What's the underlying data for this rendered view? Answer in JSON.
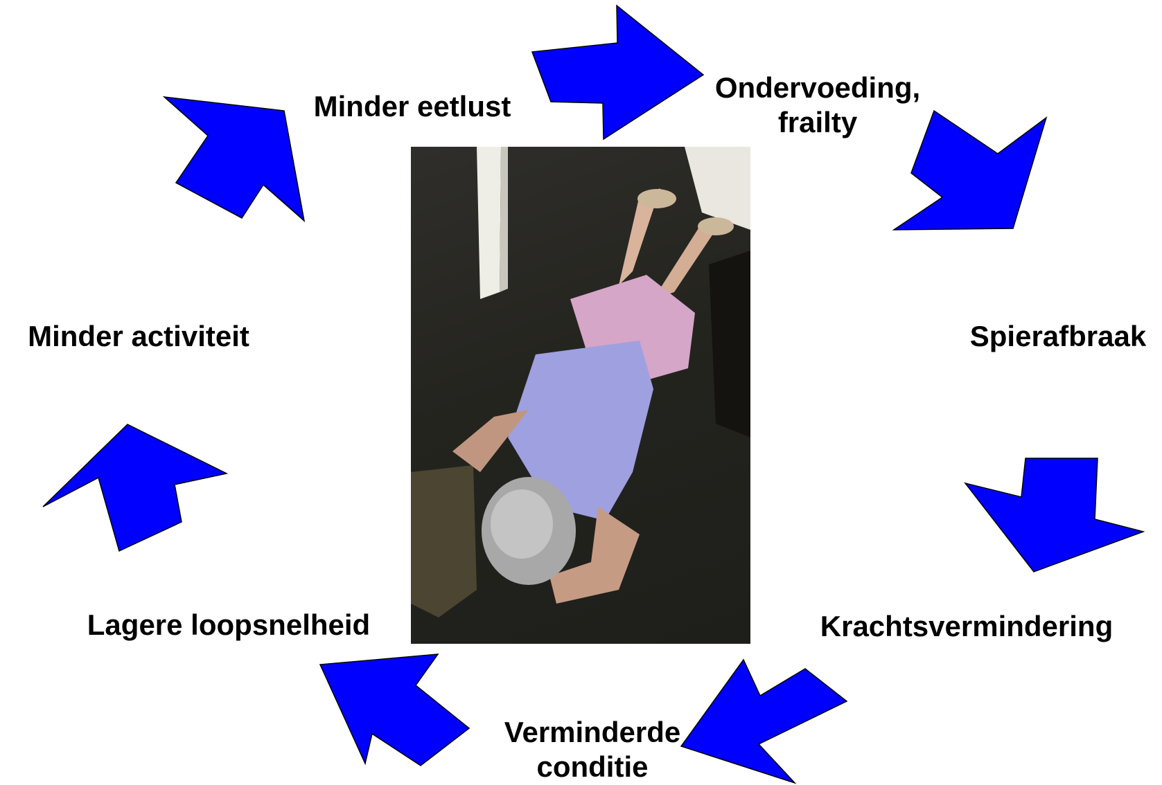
{
  "diagram": {
    "nodes": [
      {
        "id": "ondervoeding",
        "lines": [
          "Ondervoeding,",
          "frailty"
        ]
      },
      {
        "id": "spierafbraak",
        "lines": [
          "Spierafbraak"
        ]
      },
      {
        "id": "krachtsvermindering",
        "lines": [
          "Krachtsvermindering"
        ]
      },
      {
        "id": "verminderde-conditie",
        "lines": [
          "Verminderde",
          "conditie"
        ]
      },
      {
        "id": "lagere-loopsnelheid",
        "lines": [
          "Lagere loopsnelheid"
        ]
      },
      {
        "id": "minder-activiteit",
        "lines": [
          "Minder activiteit"
        ]
      },
      {
        "id": "minder-eetlust",
        "lines": [
          "Minder eetlust"
        ]
      }
    ],
    "arrow_color": "#0000ff",
    "text_color": "#000000",
    "photo": "elderly woman fallen on dark carpet"
  }
}
